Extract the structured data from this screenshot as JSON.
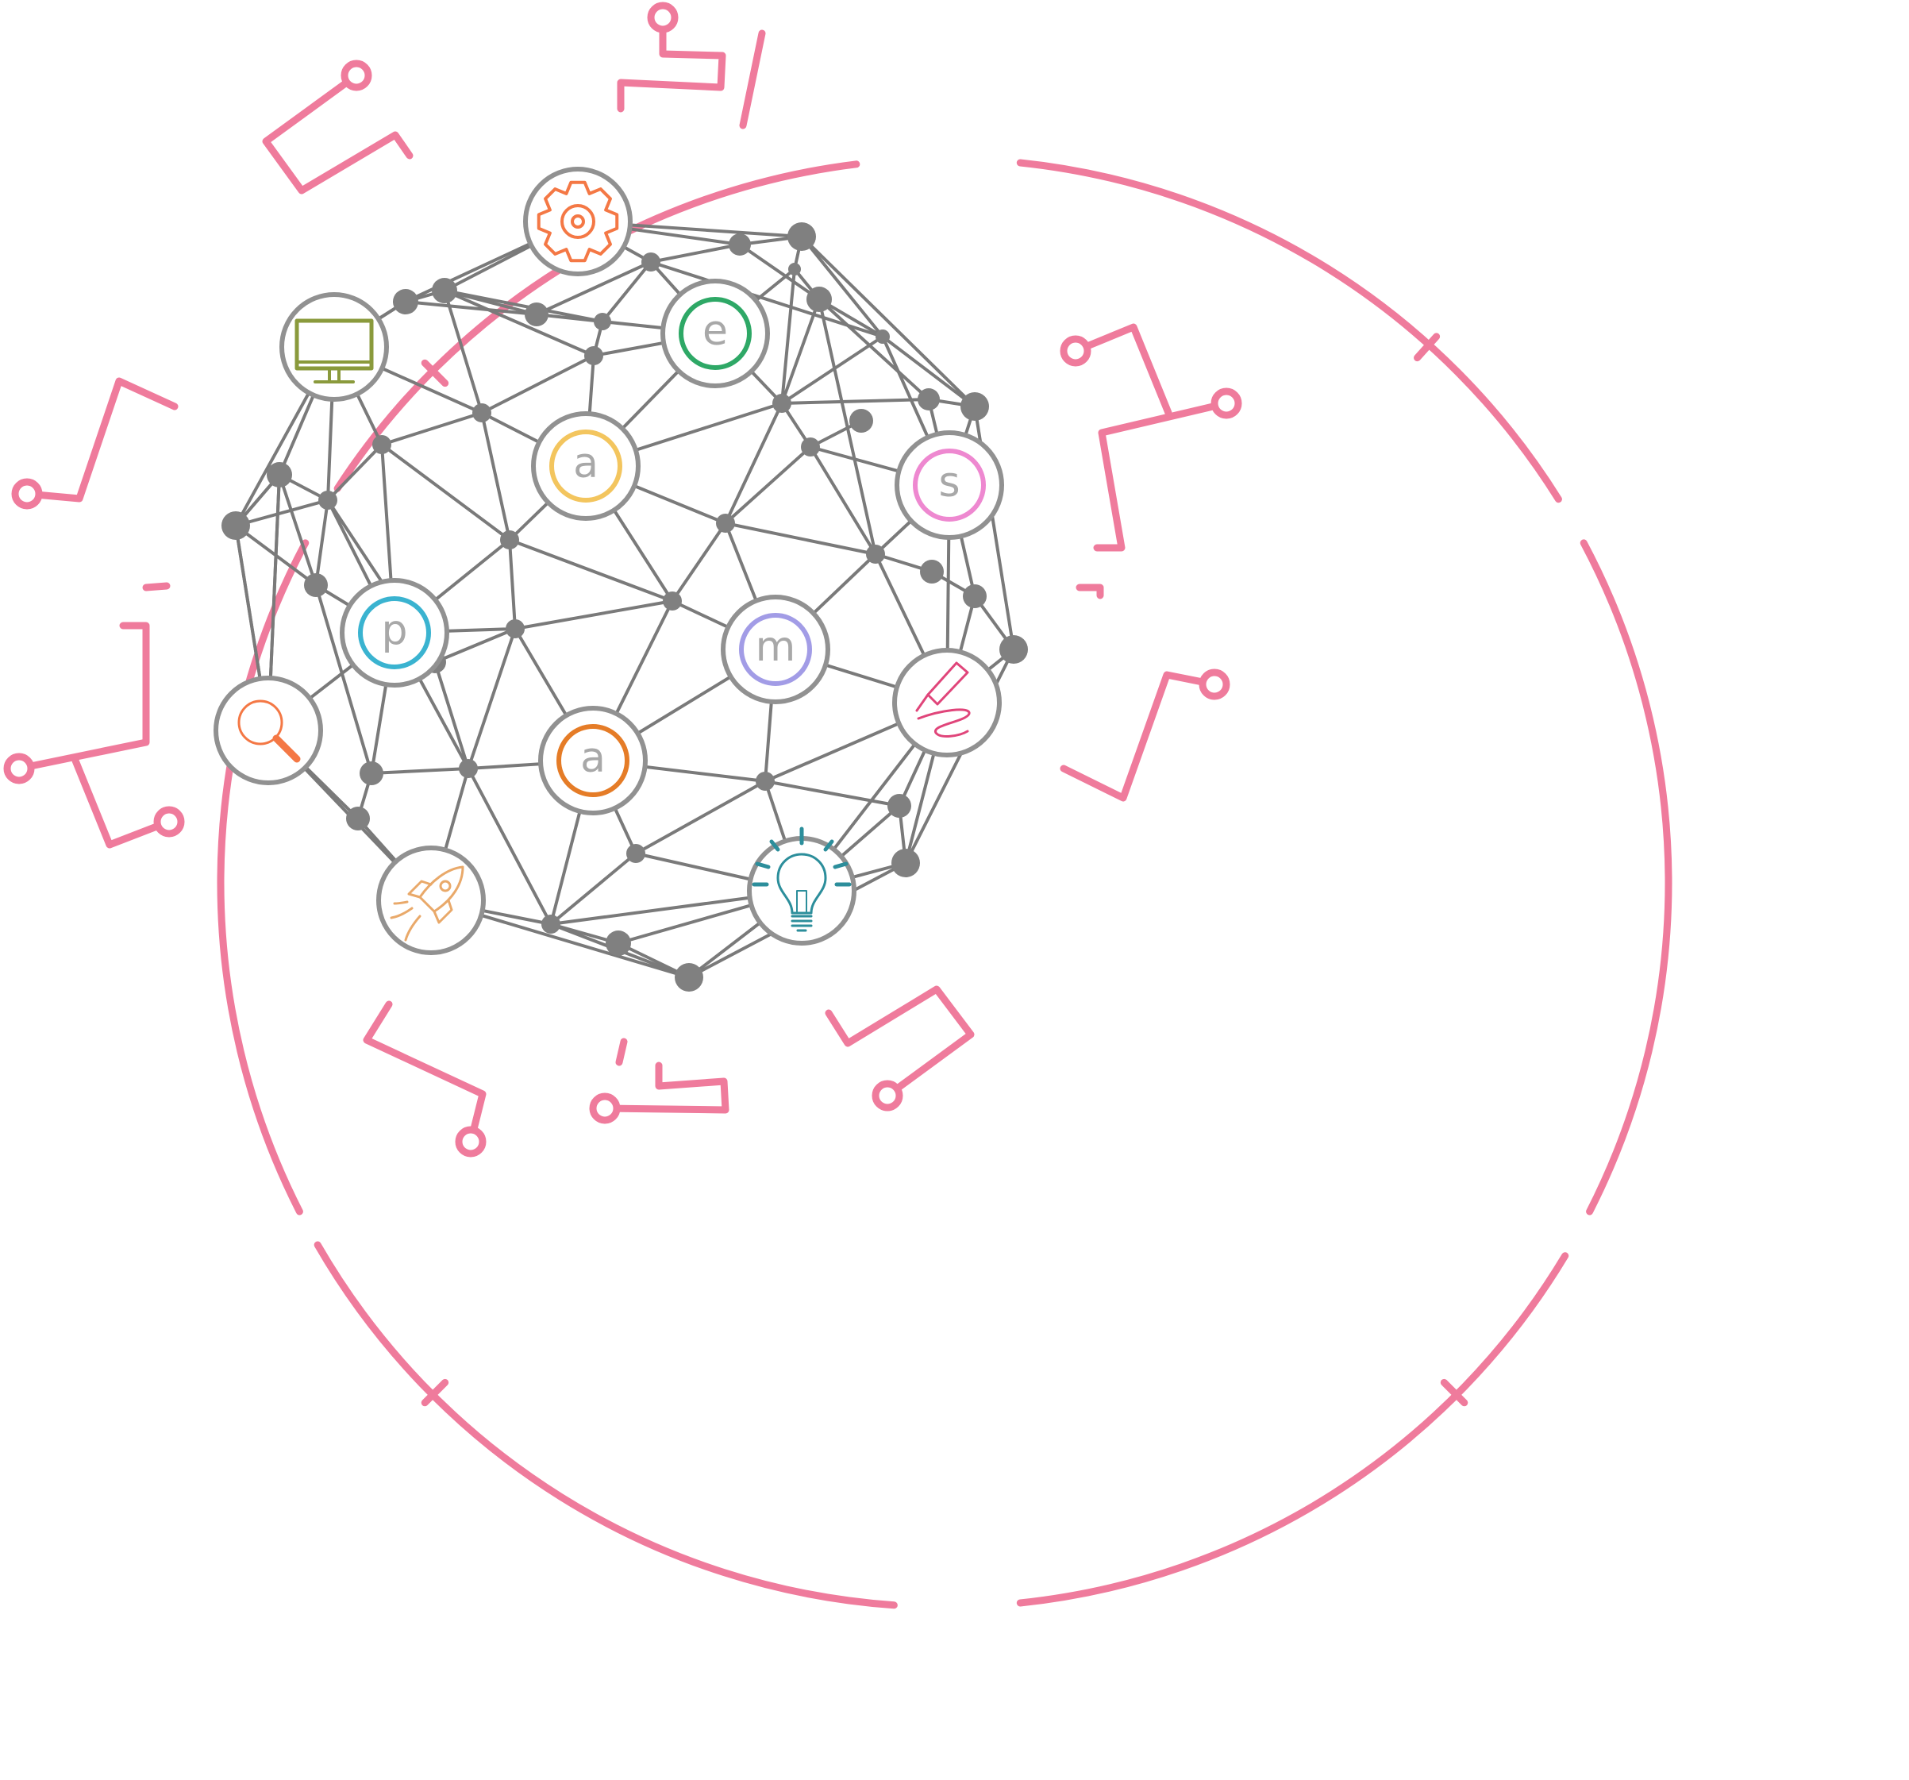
{
  "colors": {
    "circuit": "#ef7b9c",
    "edge": "#7a7a7a",
    "node": "#808080",
    "badge_border": "#919191",
    "badge_fill": "#ffffff"
  },
  "badges": [
    {
      "id": "gear",
      "icon": "gear-icon",
      "color": "#f47845"
    },
    {
      "id": "monitor",
      "icon": "monitor-icon",
      "color": "#8a9a3c"
    },
    {
      "id": "letter-e",
      "icon": "letter-e-icon",
      "color": "#2ea866",
      "letter": "e"
    },
    {
      "id": "letter-a-top",
      "icon": "letter-a-icon",
      "color": "#f3c55e",
      "letter": "a"
    },
    {
      "id": "letter-s",
      "icon": "letter-s-icon",
      "color": "#ee88d0",
      "letter": "s"
    },
    {
      "id": "letter-p",
      "icon": "letter-p-icon",
      "color": "#3ab3d0",
      "letter": "p"
    },
    {
      "id": "letter-m",
      "icon": "letter-m-icon",
      "color": "#a29ce6",
      "letter": "m"
    },
    {
      "id": "magnifier",
      "icon": "magnifier-icon",
      "color": "#f47845"
    },
    {
      "id": "letter-a-bottom",
      "icon": "letter-a-icon",
      "color": "#e57c27",
      "letter": "a"
    },
    {
      "id": "marker",
      "icon": "marker-pen-icon",
      "color": "#e0457a"
    },
    {
      "id": "rocket",
      "icon": "rocket-icon",
      "color": "#e9a96a"
    },
    {
      "id": "lightbulb",
      "icon": "lightbulb-icon",
      "color": "#2c8e9b"
    }
  ]
}
